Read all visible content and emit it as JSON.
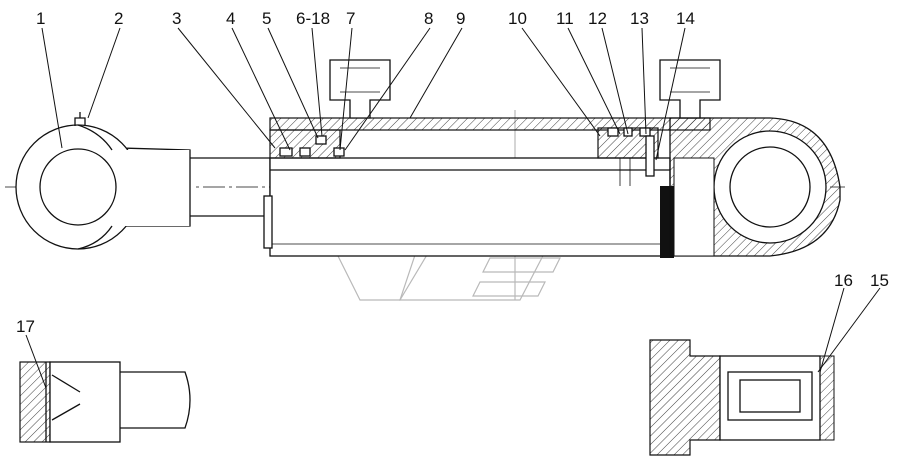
{
  "callouts": {
    "c1": "1",
    "c2": "2",
    "c3": "3",
    "c4": "4",
    "c5": "5",
    "c6": "6-18",
    "c7": "7",
    "c8": "8",
    "c9": "9",
    "c10": "10",
    "c11": "11",
    "c12": "12",
    "c13": "13",
    "c14": "14",
    "c15": "15",
    "c16": "16",
    "c17": "17"
  },
  "colors": {
    "line": "#111111",
    "watermark": "#b9b9b9",
    "background": "#ffffff"
  }
}
